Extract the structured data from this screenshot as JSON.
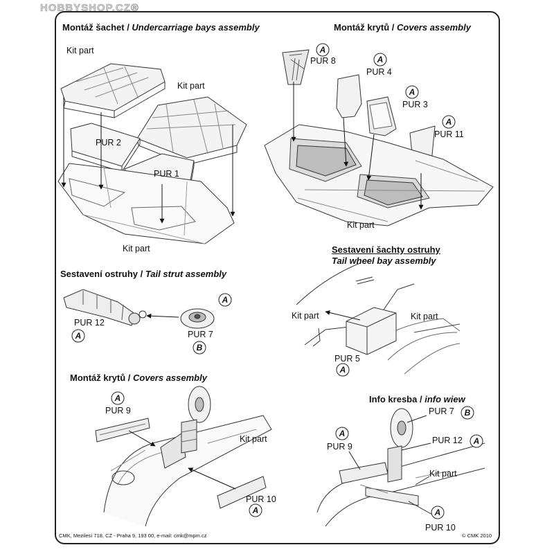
{
  "watermark": "HOBBYSHOP.CZ®",
  "sections": {
    "undercarriage": {
      "cz": "Montáž šachet",
      "sep": " / ",
      "en": "Undercarriage bays assembly"
    },
    "covers_top": {
      "cz": "Montáž krytů",
      "sep": " / ",
      "en": "Covers assembly"
    },
    "tail_strut": {
      "cz": "Sestavení ostruhy",
      "sep": " / ",
      "en": "Tail strut assembly"
    },
    "tail_bay": {
      "cz": "Sestavení šachty ostruhy",
      "en": "Tail wheel bay assembly"
    },
    "covers_bottom": {
      "cz": "Montáž krytů",
      "sep": " / ",
      "en": "Covers assembly"
    },
    "info": {
      "cz": "Info kresba",
      "sep": " / ",
      "en": "info wiew"
    }
  },
  "labels": {
    "kit_part": "Kit part",
    "pur1": "PUR 1",
    "pur2": "PUR 2",
    "pur3": "PUR 3",
    "pur4": "PUR 4",
    "pur5": "PUR 5",
    "pur7": "PUR 7",
    "pur8": "PUR 8",
    "pur9": "PUR 9",
    "pur10": "PUR 10",
    "pur11": "PUR 11",
    "pur12": "PUR 12",
    "badge_a": "A",
    "badge_b": "B"
  },
  "footer": {
    "address": "CMK, Mezilesí 718, CZ - Praha 9, 193 00, e-mail: cmk@mpm.cz",
    "copyright": "© CMK 2010"
  }
}
